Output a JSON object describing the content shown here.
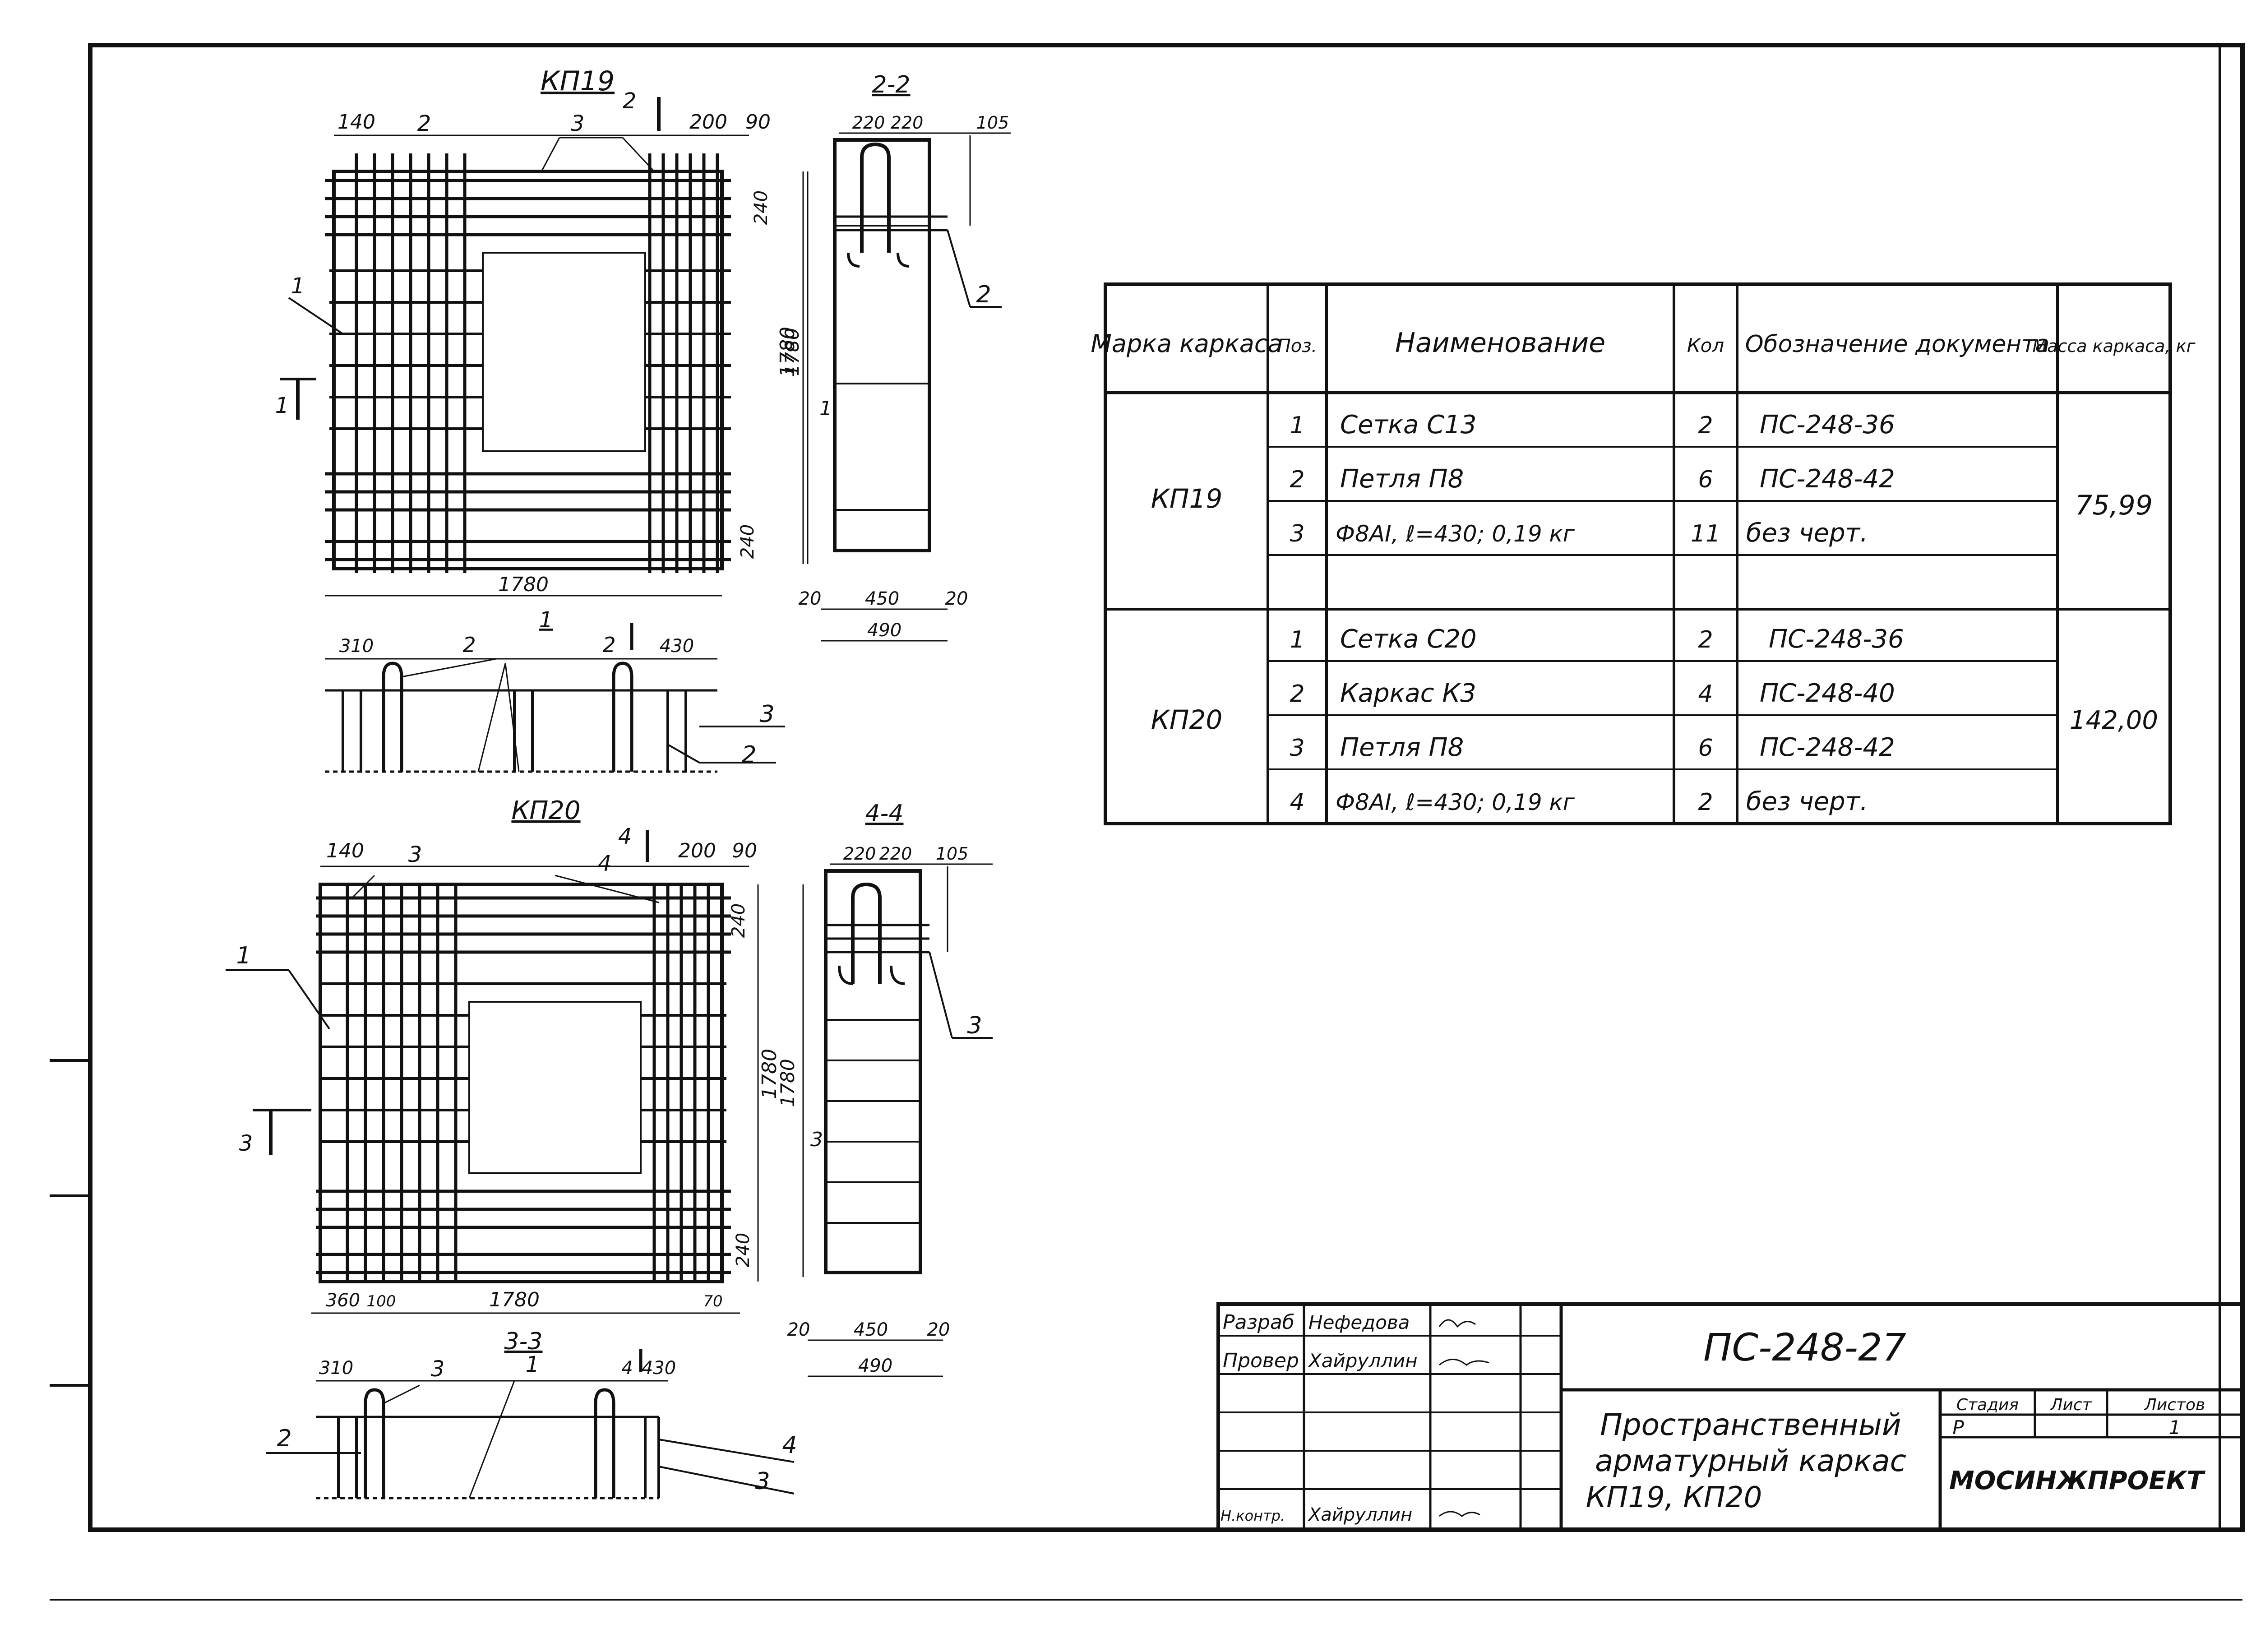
{
  "drawing": {
    "kp19": {
      "title": "КП19",
      "dims_top": [
        "140",
        "2",
        "3",
        "2",
        "200",
        "90"
      ],
      "dims_right": [
        "240",
        "1780",
        "240"
      ],
      "dim_bottom": "1780",
      "cut_mark": "1",
      "callout_left": "1"
    },
    "sec22": {
      "title": "2-2",
      "dims_top": [
        "220",
        "220",
        "105"
      ],
      "dim_side": "1780",
      "mark_1": "1",
      "callout": "2",
      "dims_bottom": [
        "20",
        "450",
        "20"
      ],
      "dim_total": "490"
    },
    "sec11": {
      "title": "1-1",
      "dims_top": [
        "310",
        "2",
        "1",
        "2",
        "430"
      ],
      "callouts_right": [
        "3",
        "2"
      ]
    },
    "kp20": {
      "title": "КП20",
      "dims_top": [
        "140",
        "3",
        "4",
        "4",
        "200",
        "90"
      ],
      "dims_right": [
        "240",
        "1780",
        "240"
      ],
      "dims_bottom": [
        "360",
        "100",
        "1780",
        "70"
      ],
      "cut_mark": "3",
      "callout_left": "1"
    },
    "sec44": {
      "title": "4-4",
      "dims_top": [
        "220",
        "220",
        "105"
      ],
      "dim_side": "1780",
      "mark_3": "3",
      "callout": "3",
      "dims_bottom": [
        "20",
        "450",
        "20"
      ],
      "dim_total": "490"
    },
    "sec33": {
      "title": "3-3",
      "dims_top": [
        "310",
        "3",
        "1",
        "4",
        "430"
      ],
      "callout_left": "2",
      "callouts_right": [
        "4",
        "3"
      ]
    }
  },
  "spec_table": {
    "headers": [
      "Марка каркаса",
      "Поз.",
      "Наименование",
      "Кол",
      "Обозначение документа",
      "Масса каркаса, кг"
    ],
    "groups": [
      {
        "mark": "КП19",
        "mass": "75,99",
        "rows": [
          {
            "pos": "1",
            "name": "Сетка С13",
            "qty": "2",
            "doc": "ПС-248-36"
          },
          {
            "pos": "2",
            "name": "Петля П8",
            "qty": "6",
            "doc": "ПС-248-42"
          },
          {
            "pos": "3",
            "name": "Ф8АI, ℓ=430; 0,19 кг",
            "qty": "11",
            "doc": "без черт."
          },
          {
            "pos": "",
            "name": "",
            "qty": "",
            "doc": ""
          }
        ]
      },
      {
        "mark": "КП20",
        "mass": "142,00",
        "rows": [
          {
            "pos": "1",
            "name": "Сетка С20",
            "qty": "2",
            "doc": "ПС-248-36"
          },
          {
            "pos": "2",
            "name": "Каркас К3",
            "qty": "4",
            "doc": "ПС-248-40"
          },
          {
            "pos": "3",
            "name": "Петля П8",
            "qty": "6",
            "doc": "ПС-248-42"
          },
          {
            "pos": "4",
            "name": "Ф8АI, ℓ=430; 0,19 кг",
            "qty": "2",
            "doc": "без черт."
          }
        ]
      }
    ]
  },
  "title_block": {
    "roles": [
      "Разраб",
      "Провер",
      "",
      "",
      "Н.контр."
    ],
    "names": [
      "Нефедова",
      "Хайруллин",
      "",
      "",
      "Хайруллин"
    ],
    "document_code": "ПС-248-27",
    "description_lines": [
      "Пространственный",
      "арматурный каркас",
      "КП19, КП20"
    ],
    "stage_label": "Стадия",
    "sheet_label": "Лист",
    "sheets_label": "Листов",
    "stage_value": "Р",
    "sheet_value": "",
    "sheets_value": "1",
    "organization": "МОСИНЖПРОЕКТ"
  }
}
